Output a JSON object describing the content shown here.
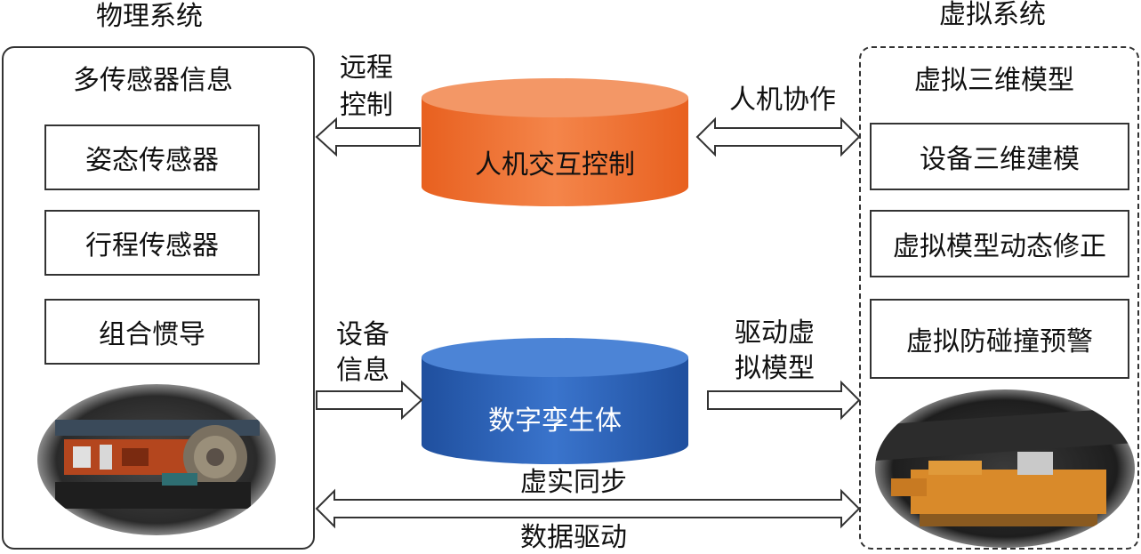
{
  "physical": {
    "title": "物理系统",
    "subtitle": "多传感器信息",
    "items": [
      "姿态传感器",
      "行程传感器",
      "组合惯导"
    ],
    "photo_icon": "mining-machine-photo"
  },
  "virtual": {
    "title": "虚拟系统",
    "subtitle": "虚拟三维模型",
    "items": [
      "设备三维建模",
      "虚拟模型动态修正",
      "虚拟防碰撞预警"
    ],
    "photo_icon": "3d-model-render-photo"
  },
  "center": {
    "hci": {
      "label": "人机交互控制",
      "color": "#ef7a3a"
    },
    "twin": {
      "label": "数字孪生体",
      "color": "#2a62b8"
    }
  },
  "arrows": {
    "remote_control": [
      "远程",
      "控制"
    ],
    "hmc": "人机协作",
    "device_info": [
      "设备",
      "信息"
    ],
    "drive_model": [
      "驱动虚",
      "拟模型"
    ],
    "sync_top": "虚实同步",
    "sync_bottom": "数据驱动"
  }
}
